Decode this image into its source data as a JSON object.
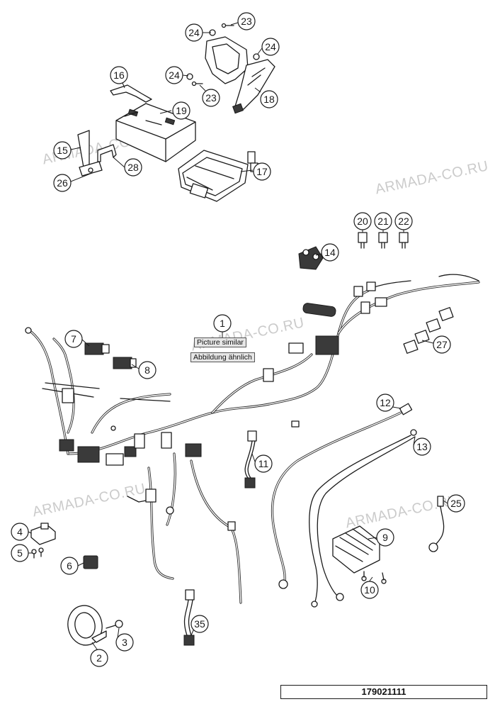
{
  "diagram": {
    "part_number": "179021111",
    "notes": {
      "picture_similar": "Picture similar",
      "abbildung_aehnlich": "Abbildung ähnlich"
    },
    "watermark": "ARMADA-CO.RU",
    "callouts": [
      {
        "id": "c1",
        "label": "1"
      },
      {
        "id": "c2",
        "label": "2"
      },
      {
        "id": "c3",
        "label": "3"
      },
      {
        "id": "c4",
        "label": "4"
      },
      {
        "id": "c5",
        "label": "5"
      },
      {
        "id": "c6",
        "label": "6"
      },
      {
        "id": "c7",
        "label": "7"
      },
      {
        "id": "c8",
        "label": "8"
      },
      {
        "id": "c9",
        "label": "9"
      },
      {
        "id": "c10",
        "label": "10"
      },
      {
        "id": "c11",
        "label": "11"
      },
      {
        "id": "c12",
        "label": "12"
      },
      {
        "id": "c13",
        "label": "13"
      },
      {
        "id": "c14",
        "label": "14"
      },
      {
        "id": "c15",
        "label": "15"
      },
      {
        "id": "c16",
        "label": "16"
      },
      {
        "id": "c17",
        "label": "17"
      },
      {
        "id": "c18",
        "label": "18"
      },
      {
        "id": "c19",
        "label": "19"
      },
      {
        "id": "c20",
        "label": "20"
      },
      {
        "id": "c21",
        "label": "21"
      },
      {
        "id": "c22",
        "label": "22"
      },
      {
        "id": "c23a",
        "label": "23"
      },
      {
        "id": "c23b",
        "label": "23"
      },
      {
        "id": "c24a",
        "label": "24"
      },
      {
        "id": "c24b",
        "label": "24"
      },
      {
        "id": "c24c",
        "label": "24"
      },
      {
        "id": "c25",
        "label": "25"
      },
      {
        "id": "c26",
        "label": "26"
      },
      {
        "id": "c27",
        "label": "27"
      },
      {
        "id": "c28",
        "label": "28"
      },
      {
        "id": "c35",
        "label": "35"
      }
    ]
  }
}
